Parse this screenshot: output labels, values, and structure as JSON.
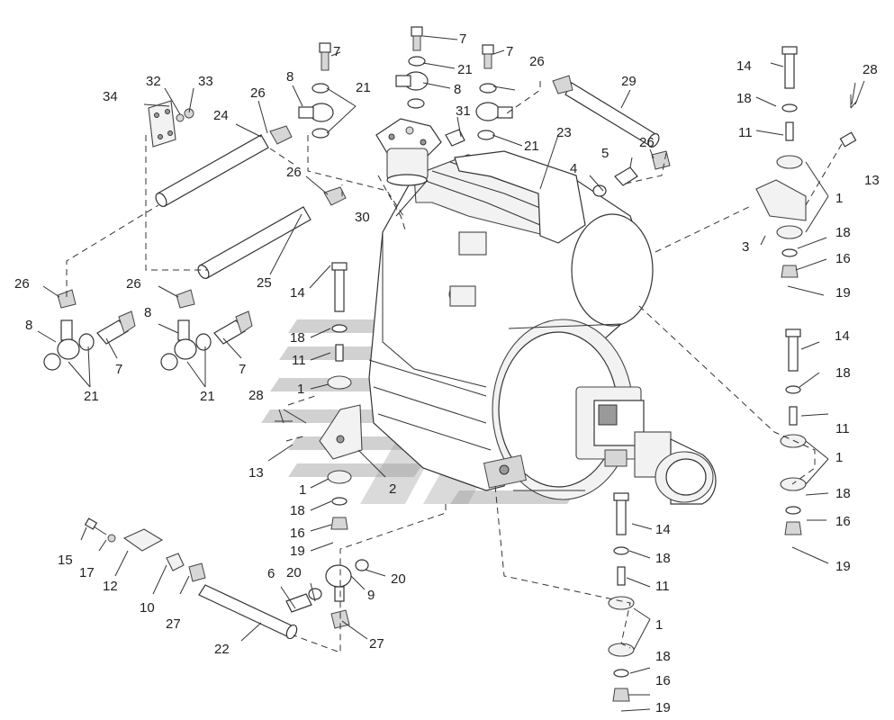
{
  "diagram": {
    "type": "exploded parts diagram",
    "labels": {
      "1": "1",
      "2": "2",
      "3": "3",
      "4": "4",
      "5": "5",
      "6": "6",
      "7": "7",
      "8": "8",
      "9": "9",
      "10": "10",
      "11": "11",
      "12": "12",
      "13": "13",
      "14": "14",
      "15": "15",
      "16": "16",
      "17": "17",
      "18": "18",
      "19": "19",
      "20": "20",
      "21": "21",
      "22": "22",
      "23": "23",
      "24": "24",
      "25": "25",
      "26": "26",
      "27": "27",
      "28": "28",
      "29": "29",
      "30": "30",
      "31": "31",
      "32": "32",
      "33": "33",
      "34": "34"
    }
  }
}
